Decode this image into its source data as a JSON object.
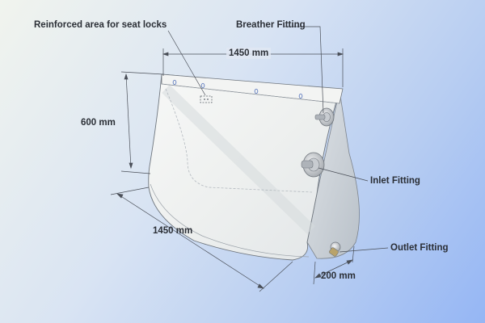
{
  "labels": {
    "seat_locks": "Reinforced area for seat locks",
    "breather": "Breather Fitting",
    "inlet": "Inlet Fitting",
    "outlet": "Outlet Fitting"
  },
  "dimensions": {
    "top_length": "1450 mm",
    "height": "600 mm",
    "bottom_length": "1450 mm",
    "depth": "200 mm"
  },
  "colors": {
    "tank_front": "#f5f6f4",
    "tank_side": "#cdd3d9",
    "dimension_line": "#4a4f58",
    "fitting": "#a0a4aa"
  }
}
